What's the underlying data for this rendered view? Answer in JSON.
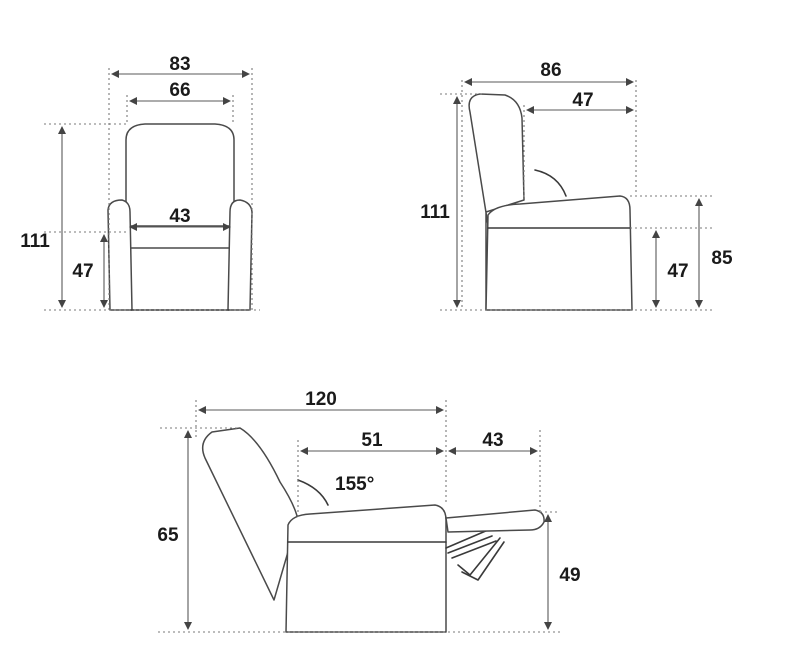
{
  "front_view": {
    "overall_width": "83",
    "inner_width": "66",
    "seat_width": "43",
    "total_height": "111",
    "seat_height": "47"
  },
  "side_view": {
    "overall_depth": "86",
    "seat_depth": "47",
    "total_height": "111",
    "seat_height": "47",
    "arm_height": "85"
  },
  "reclined_view": {
    "overall_length": "120",
    "seat_depth": "51",
    "footrest_length": "43",
    "recline_angle": "155°",
    "reclined_height": "65",
    "footrest_height": "49"
  }
}
